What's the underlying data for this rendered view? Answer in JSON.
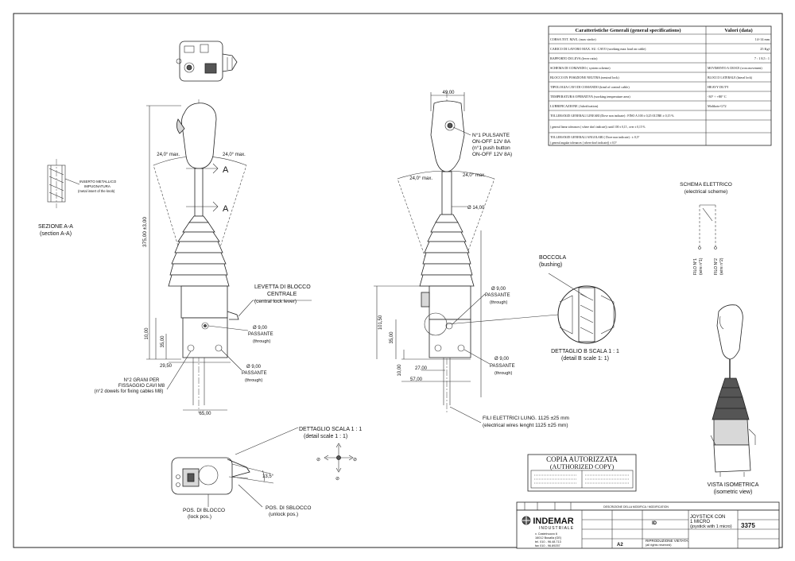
{
  "spec_table": {
    "header_left": "Caratteristiche Generali (general specifications)",
    "header_right": "Valori (data)",
    "rows": [
      {
        "label": "CORSA TOT. MAX. (max stroke)",
        "value": "14÷14 mm"
      },
      {
        "label": "CARICO DI LAVORO MAX. SU. CAVO (working max load on cable)",
        "value": "25 Kgf"
      },
      {
        "label": "RAPPORTO DI LEVA (lever ratio)",
        "value": "7 : 1     8,5 : 1"
      },
      {
        "label": "SCHEMA DI COMANDO ( system scheme)",
        "value": "MOVIMENTO A CROCE (cross movement)"
      },
      {
        "label": "BLOCCO IN POSIZIONE NEUTRA (neutral lock)",
        "value": "BLOCCO LATERALE (lateral lock)"
      },
      {
        "label": "TIPOLOGIA CAVI DI COMANDO (kind of control cable)",
        "value": "HEAVY DUTY"
      },
      {
        "label": "TEMPERATURA OPERATIVA (working temperature area)",
        "value": "-30° ÷ +80° C"
      },
      {
        "label": "LUBRIFICAZIONE ( lubrification)",
        "value": "Molikote G72"
      }
    ],
    "tol_linear": "TOLLERANZE GENERALI LINEARI (Dove non indicate) : FINO A 100 ± 0,25 OLTRE ± 0,15 %",
    "tol_linear_en": "( general linear tolerances ( where don't indicate)) :until 100 ± 0,15 , over ± 0,15 %",
    "tol_angular": "TOLLERANZE GENERALI ANGOLARI ( Dove non indicate) : ± 0,5°",
    "tol_angular_en": "( general angular tolerances ( where don't indicate)) ± 0,5°"
  },
  "left_view": {
    "angle_left": "24,0° max.",
    "angle_right": "24,0° max.",
    "section_mark": "A",
    "height_dim": "375,00 ±3,00",
    "dim_10": "10,00",
    "dim_35": "35,00",
    "dim_2950": "29,50",
    "dim_65": "65,00",
    "hole_upper": "Ø 9,00",
    "hole_upper_label": "PASSANTE",
    "hole_upper_en": "(through)",
    "hole_lower": "Ø 9,00",
    "hole_lower_label": "PASSANTE",
    "hole_lower_en": "(through)",
    "lever_label_1": "LEVETTA DI BLOCCO",
    "lever_label_2": "CENTRALE",
    "lever_label_en": "(central lock lever)",
    "dowels_1": "N°2 GRANI PER",
    "dowels_2": "FISSAGGIO CAVI M8",
    "dowels_en": "(n°2 dowels for fixing cables M8)"
  },
  "section_aa": {
    "insert_1": "INSERTO METALLICO",
    "insert_2": "IMPUGNATURA",
    "insert_en": "(metal insert of the knob)",
    "title": "SEZIONE A-A",
    "title_en": "(section A-A)"
  },
  "mid_view": {
    "width_dim": "49,00",
    "pushbutton_1": "N°1 PULSANTE",
    "pushbutton_2": "ON-OFF 12V 8A",
    "pushbutton_en1": "(n°1 push button",
    "pushbutton_en2": "ON-OFF 12V 8A)",
    "angle_left": "24,0° max.",
    "angle_right": "24,0° max.",
    "shaft_dia": "Ø 14,00",
    "dim_10150": "101,50",
    "dim_35": "35,00",
    "dim_10": "10,00",
    "dim_27": "27,00",
    "dim_57": "57,00",
    "hole_upper": "Ø 9,00",
    "hole_upper_label": "PASSANTE",
    "hole_upper_en": "(through)",
    "hole_lower": "Ø 9,00",
    "hole_lower_label": "PASSANTE",
    "hole_lower_en": "(through)",
    "wires_1": "FILI ELETTRICI LUNG. 1125 ±25 mm",
    "wires_en": "(electrical wires lenght 1125 ±25 mm)"
  },
  "bushing": {
    "label": "BOCCOLA",
    "label_en": "(bushing)",
    "detail": "DETTAGLIO B SCALA 1 : 1",
    "detail_en": "(detail B scale 1: 1)"
  },
  "scheme": {
    "title": "SCHEMA ELETTRICO",
    "title_en": "(electrical scheme)",
    "wire1": "FILO N°1",
    "wire1_en": "(wire n°1)",
    "wire2": "FILO N°2",
    "wire2_en": "(wire n°2)"
  },
  "iso": {
    "title": "VISTA ISOMETRICA",
    "title_en": "(isometric view)"
  },
  "detail_scale": {
    "title": "DETTAGLIO SCALA 1 : 1",
    "title_en": "(detail scale 1 : 1)",
    "angle": "13,5°",
    "lock": "POS. DI BLOCCO",
    "lock_en": "(lock pos.)",
    "unlock": "POS. DI SBLOCCO",
    "unlock_en": "(unlock pos.)"
  },
  "stamp": {
    "line1": "COPIA AUTORIZZATA",
    "line2": "(AUTHORIZED COPY)"
  },
  "title_block": {
    "company": "INDEMAR",
    "company_sub": "INDUSTRIALE",
    "address_1": "v. Castelnuovo 6",
    "address_2": "16012 Busalla (GE)",
    "tel": "tel. 010 - 96.48.713",
    "fax": "fax 010 - 96.89257",
    "row_title": "DESCRIZIONE DELLA MODIFICA / MODIFICATION",
    "material_code": "ID",
    "format": "A2",
    "description_1": "JOYSTICK CON",
    "description_2": "1 MICRO",
    "description_en": "(joystick with 1 micro)",
    "drawing_no": "3375",
    "warning": "RIPRODUZIONE VIETATA",
    "warning_en": "(all rights reserved)"
  }
}
